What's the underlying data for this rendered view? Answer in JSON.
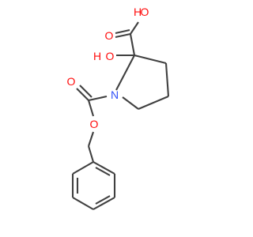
{
  "molecule": {
    "labels": {
      "carboxyl_h": "H",
      "carboxyl_oh_o": "O",
      "carboxyl_double_o": "O",
      "hydroxyl_h": "H",
      "hydroxyl_o": "O",
      "ring_n": "N",
      "carbamate_double_o": "O",
      "ester_o": "O"
    },
    "colors": {
      "bond": "#404040",
      "oxygen": "#ff0d0d",
      "nitrogen": "#3050f8"
    }
  }
}
